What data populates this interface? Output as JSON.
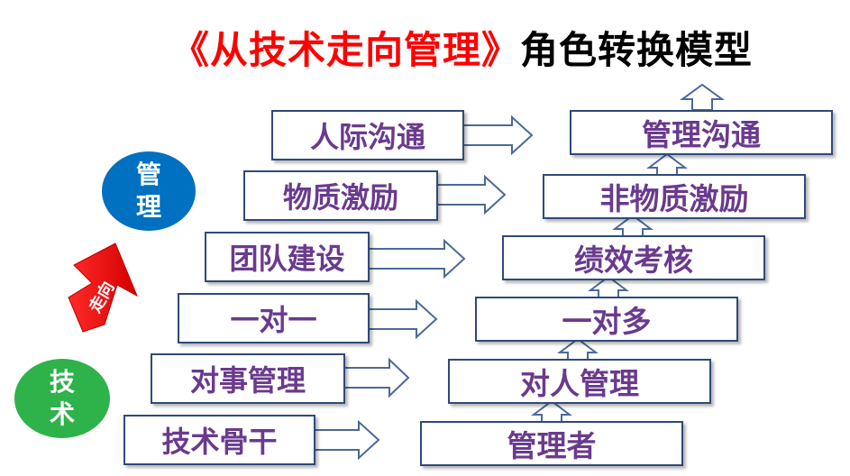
{
  "title": {
    "red_part": "《从技术走向管理》",
    "black_part": "角色转换模型"
  },
  "circles": {
    "manage": {
      "line1": "管",
      "line2": "理",
      "color": "#0070c0"
    },
    "tech": {
      "line1": "技",
      "line2": "术",
      "color": "#2eb24a"
    }
  },
  "transition": {
    "label": "走向",
    "color": "#ff0000"
  },
  "left_boxes": [
    "人际沟通",
    "物质激励",
    "团队建设",
    "一对一",
    "对事管理",
    "技术骨干"
  ],
  "right_boxes": [
    "管理沟通",
    "非物质激励",
    "绩效考核",
    "一对多",
    "对人管理",
    "管理者"
  ],
  "colors": {
    "box_text": "#6a3a8e",
    "box_border": "#2e4a7a",
    "arrow_stroke": "#4a6a9a"
  }
}
